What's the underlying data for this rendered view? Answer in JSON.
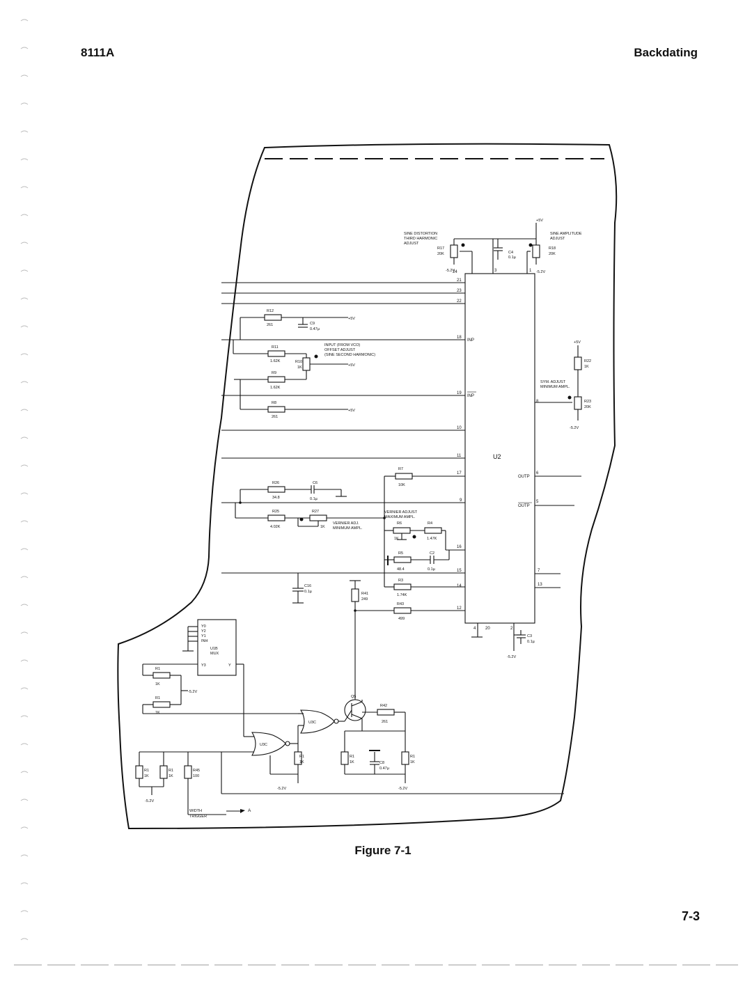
{
  "header": {
    "left": "8111A",
    "right": "Backdating"
  },
  "figure": {
    "caption": "Figure 7-1",
    "ic_label": "U2",
    "labels": {
      "sine_distortion": [
        "SINE DISTORTION",
        "THIRD HARMONIC",
        "ADJUST"
      ],
      "sine_amplitude": [
        "SINE AMPLITUDE",
        "ADJUST"
      ],
      "input_from_vco": [
        "INPUT (FROM VCO)",
        "OFFSET ADJUST",
        "(SINE SECOND HARMONIC)"
      ],
      "sym_adjust": [
        "SYM. ADJUST",
        "MINIMUM AMPL."
      ],
      "vernier_adjust": [
        "VERNIER ADJUST",
        "MAXIMUM AMPL."
      ],
      "vernier_adj": [
        "VERNIER ADJ.",
        "MINIMUM AMPL."
      ],
      "width_trigger": [
        "WIDTH",
        "TRIGGER"
      ],
      "arrow_label": "A",
      "mux": [
        "U1B",
        "MUX"
      ],
      "gates": [
        "U3C",
        "U3C"
      ],
      "transistor": "Q5"
    },
    "u2_pins_left": [
      "24",
      "21",
      "23",
      "22",
      "18",
      "19",
      "10",
      "11",
      "17",
      "9",
      "16",
      "15",
      "14",
      "12"
    ],
    "u2_pin_names": [
      "INP",
      "INP",
      "OUTP",
      "OUTP"
    ],
    "u2_pins_right": [
      "1",
      "8",
      "6",
      "5",
      "7",
      "13"
    ],
    "u2_pins_bottom": [
      "4",
      "20",
      "2"
    ],
    "u2_pins_top": [
      "3"
    ],
    "components": [
      {
        "ref": "R17",
        "value": "20K"
      },
      {
        "ref": "C4",
        "value": "0.1µ"
      },
      {
        "ref": "R18",
        "value": "20K"
      },
      {
        "ref": "R12",
        "value": "261"
      },
      {
        "ref": "C9",
        "value": "0.47µ"
      },
      {
        "ref": "R11",
        "value": "1.62K"
      },
      {
        "ref": "R10",
        "value": "1K"
      },
      {
        "ref": "R9",
        "value": "1.62K"
      },
      {
        "ref": "R8",
        "value": "261"
      },
      {
        "ref": "R22",
        "value": "1K"
      },
      {
        "ref": "R23",
        "value": "20K"
      },
      {
        "ref": "R7",
        "value": "10K"
      },
      {
        "ref": "R26",
        "value": "34.8"
      },
      {
        "ref": "C6",
        "value": "0.1µ"
      },
      {
        "ref": "R25",
        "value": "4.02K"
      },
      {
        "ref": "R27",
        "value": "1K"
      },
      {
        "ref": "R6",
        "value": "1K"
      },
      {
        "ref": "R4",
        "value": "1.47K"
      },
      {
        "ref": "R5",
        "value": "48.4"
      },
      {
        "ref": "C2",
        "value": "0.1µ"
      },
      {
        "ref": "C16",
        "value": "0.1µ"
      },
      {
        "ref": "R41",
        "value": "249"
      },
      {
        "ref": "R3",
        "value": "1.74K"
      },
      {
        "ref": "R43",
        "value": "499"
      },
      {
        "ref": "C3",
        "value": "0.1µ"
      },
      {
        "ref": "R42",
        "value": "261"
      },
      {
        "ref": "C8",
        "value": "0.47µ"
      },
      {
        "ref": "R45",
        "value": "100"
      },
      {
        "ref": "R1",
        "value": "1K"
      }
    ],
    "rails": {
      "vplus": "+5V",
      "vminus": "-5.2V"
    },
    "mux_pins": [
      "Y0",
      "Y2",
      "Y1",
      "INH",
      "Y3",
      "Y"
    ]
  },
  "page_number": "7-3"
}
